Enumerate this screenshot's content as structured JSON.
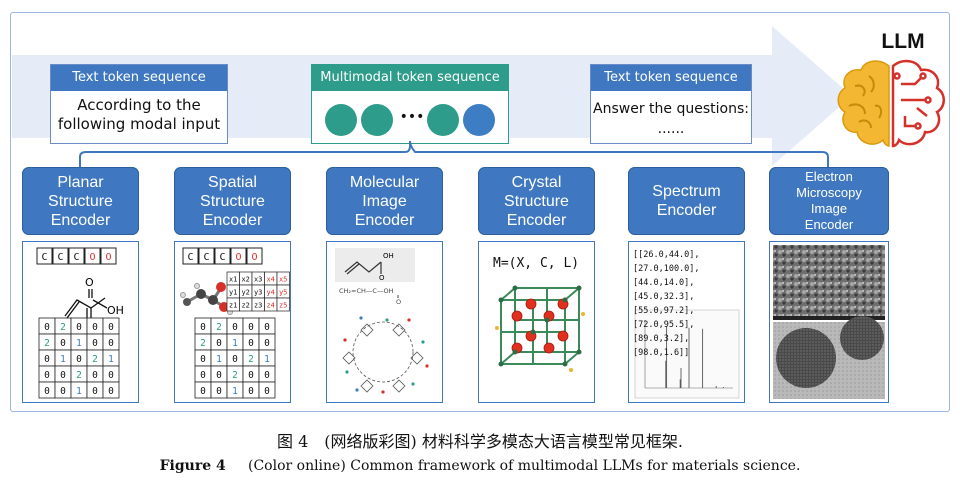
{
  "colors": {
    "accent": "#3f78c0",
    "teal": "#2e9c8a",
    "blue": "#3c7dc4",
    "arrow": "#e6ecf7",
    "red": "#d6302a"
  },
  "llm": {
    "label": "LLM",
    "icon": "brain-icon"
  },
  "text_token_left": {
    "header": "Text token sequence",
    "line1": "According to the",
    "line2": "following modal input"
  },
  "multimodal": {
    "header": "Multimodal token sequence",
    "ellipsis": "•••"
  },
  "text_token_right": {
    "header": "Text token sequence",
    "line1": "Answer the questions:",
    "line2": "......"
  },
  "encoders": [
    {
      "l1": "Planar",
      "l2": "Structure",
      "l3": "Encoder",
      "l4": ""
    },
    {
      "l1": "Spatial",
      "l2": "Structure",
      "l3": "Encoder",
      "l4": ""
    },
    {
      "l1": "Molecular",
      "l2": "Image",
      "l3": "Encoder",
      "l4": ""
    },
    {
      "l1": "Crystal",
      "l2": "Structure",
      "l3": "Encoder",
      "l4": ""
    },
    {
      "l1": "Spectrum",
      "l2": "Encoder",
      "l3": "",
      "l4": ""
    },
    {
      "l1": "Electron",
      "l2": "Microscopy",
      "l3": "Image",
      "l4": "Encoder"
    }
  ],
  "planar": {
    "seq": [
      "C",
      "C",
      "C",
      "O",
      "O"
    ],
    "atom_o": "O",
    "atom_oh": "OH",
    "matrix": [
      [
        "0",
        "2",
        "0",
        "0",
        "0"
      ],
      [
        "2",
        "0",
        "1",
        "0",
        "0"
      ],
      [
        "0",
        "1",
        "0",
        "2",
        "1"
      ],
      [
        "0",
        "0",
        "2",
        "0",
        "0"
      ],
      [
        "0",
        "0",
        "1",
        "0",
        "0"
      ]
    ]
  },
  "spatial": {
    "seq": [
      "C",
      "C",
      "C",
      "O",
      "O"
    ],
    "coords": [
      [
        "x1",
        "x2",
        "x3",
        "x4",
        "x5"
      ],
      [
        "y1",
        "y2",
        "y3",
        "y4",
        "y5"
      ],
      [
        "z1",
        "z2",
        "z3",
        "z4",
        "z5"
      ]
    ],
    "matrix": [
      [
        "0",
        "2",
        "0",
        "0",
        "0"
      ],
      [
        "2",
        "0",
        "1",
        "0",
        "0"
      ],
      [
        "0",
        "1",
        "0",
        "2",
        "1"
      ],
      [
        "0",
        "0",
        "2",
        "0",
        "0"
      ],
      [
        "0",
        "0",
        "1",
        "0",
        "0"
      ]
    ]
  },
  "molecular": {
    "formula": "CH₂=CH—C—OH",
    "o_top": "O",
    "photo_oh": "OH",
    "photo_o": "O"
  },
  "crystal": {
    "formula": "M=(X, C, L)"
  },
  "spectrum": {
    "lines": [
      "[[26.0,44.0],[27.0,100.0],",
      "[44.0,14.0],[45.0,32.3],",
      "[55.0,97.2],[72.0,95.5],",
      "[89.0,3.2],[98.0,1.6]]"
    ],
    "peaks": [
      [
        26.0,
        44.0
      ],
      [
        27.0,
        100.0
      ],
      [
        44.0,
        14.0
      ],
      [
        45.0,
        32.3
      ],
      [
        55.0,
        97.2
      ],
      [
        72.0,
        95.5
      ],
      [
        89.0,
        3.2
      ],
      [
        98.0,
        1.6
      ]
    ]
  },
  "caption_cn": "图 4　(网络版彩图) 材料科学多模态大语言模型常见框架.",
  "caption_en_bold": "Figure 4",
  "caption_en": "(Color online) Common framework of multimodal LLMs for materials science."
}
